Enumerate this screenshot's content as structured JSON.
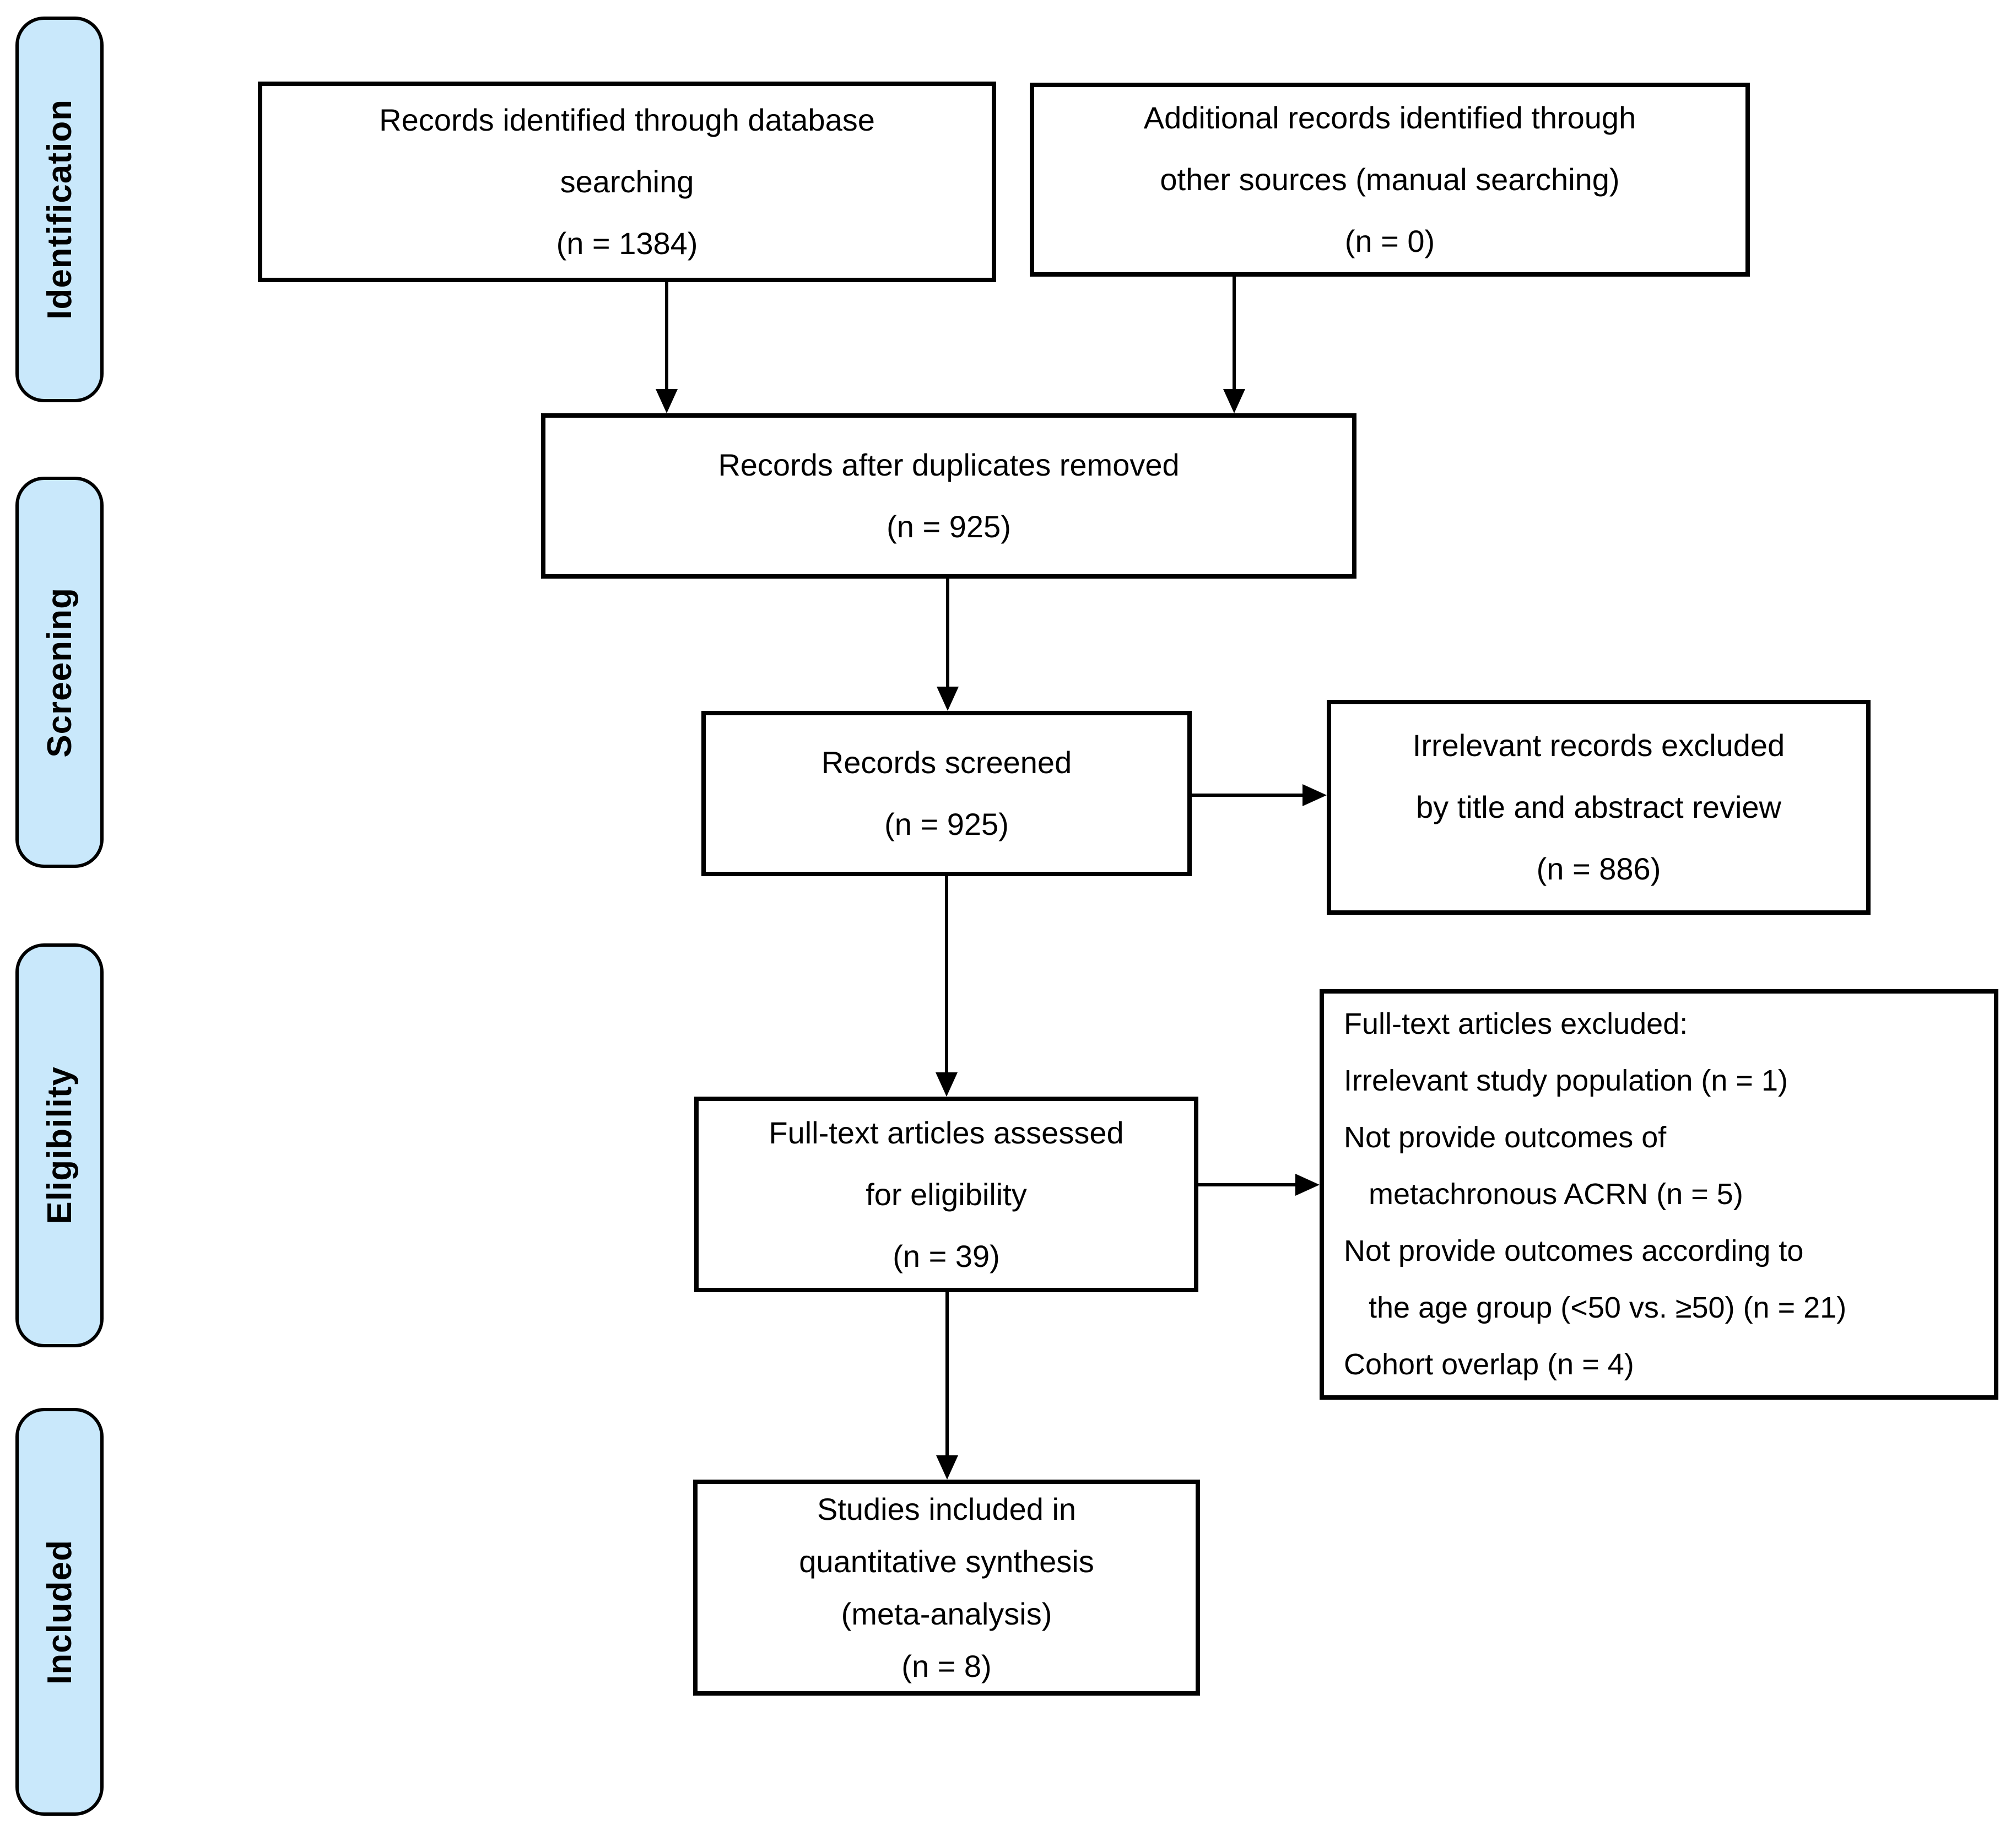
{
  "figure": {
    "kind": "prisma-flow-diagram",
    "colors": {
      "stage_fill": "#c9e8fb",
      "stage_border": "#000000",
      "box_fill": "#ffffff",
      "box_border": "#000000",
      "arrow": "#000000",
      "text": "#000000"
    },
    "stages": [
      {
        "id": "identification",
        "label": "Identification"
      },
      {
        "id": "screening",
        "label": "Screening"
      },
      {
        "id": "eligibility",
        "label": "Eligibility"
      },
      {
        "id": "included",
        "label": "Included"
      }
    ],
    "boxes": {
      "records_identified": {
        "text": "Records identified through database\nsearching\n(n = 1384)"
      },
      "additional_records": {
        "text": "Additional records identified through\nother sources (manual searching)\n(n = 0)"
      },
      "duplicates_removed": {
        "text": "Records after duplicates removed\n(n = 925)"
      },
      "records_screened": {
        "text": "Records screened\n(n = 925)"
      },
      "irrelevant_excluded": {
        "text": "Irrelevant records excluded\nby title and abstract review\n(n = 886)"
      },
      "fulltext_assessed": {
        "text": "Full-text articles assessed\nfor eligibility\n(n = 39)"
      },
      "fulltext_excluded": {
        "text": "Full-text articles excluded:\nIrrelevant study population (n = 1)\nNot provide outcomes of\n   metachronous ACRN (n = 5)\nNot provide outcomes according to\n   the age group (<50 vs. ≥50) (n = 21)\nCohort overlap (n = 4)"
      },
      "studies_included": {
        "text": "Studies included in\nquantitative synthesis\n(meta-analysis)\n(n = 8)"
      }
    },
    "flow": [
      {
        "from": "records_identified",
        "to": "duplicates_removed"
      },
      {
        "from": "additional_records",
        "to": "duplicates_removed"
      },
      {
        "from": "duplicates_removed",
        "to": "records_screened"
      },
      {
        "from": "records_screened",
        "to": "irrelevant_excluded"
      },
      {
        "from": "records_screened",
        "to": "fulltext_assessed"
      },
      {
        "from": "fulltext_assessed",
        "to": "fulltext_excluded"
      },
      {
        "from": "fulltext_assessed",
        "to": "studies_included"
      }
    ]
  }
}
